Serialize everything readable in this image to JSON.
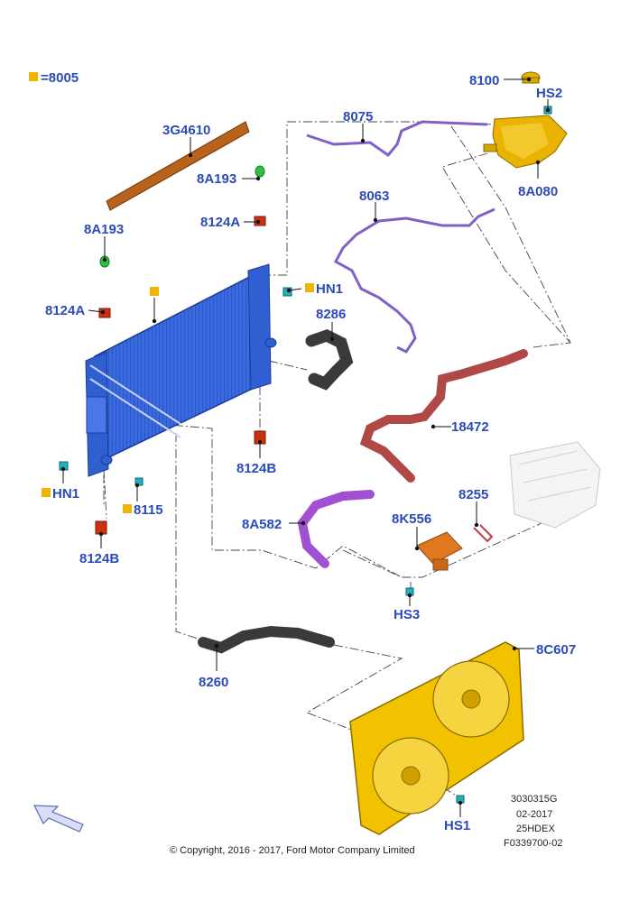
{
  "legend": {
    "marker_label": "=8005",
    "marker_color": "#f0b400"
  },
  "labels": {
    "p3G4610": "3G4610",
    "p8A193_top": "8A193",
    "p8124A_top": "8124A",
    "p8A193_left": "8A193",
    "p8124A_left": "8124A",
    "p8100": "8100",
    "pHS2": "HS2",
    "p8075": "8075",
    "p8A080": "8A080",
    "p8063": "8063",
    "pHN1_top": "HN1",
    "p8286": "8286",
    "p18472": "18472",
    "p8124B_center": "8124B",
    "pHN1_left": "HN1",
    "p8115": "8115",
    "p8124B_bottom": "8124B",
    "p8255": "8255",
    "p8K556": "8K556",
    "p8A582": "8A582",
    "pHS3": "HS3",
    "p8260": "8260",
    "p8C607": "8C607",
    "pHS1": "HS1"
  },
  "ref_block": {
    "line1": "3030315G",
    "line2": "02-2017",
    "line3": "25HDEX",
    "line4": "F0339700-02"
  },
  "copyright": "© Copyright, 2016 - 2017, Ford Motor Company Limited",
  "colors": {
    "label_text": "#2a4bb8",
    "radiator": "#2f5fd0",
    "deflector": "#b8621c",
    "fan_shroud": "#f2c200",
    "bottle": "#e8b400",
    "hose_purple": "#8060c8",
    "hose_red": "#b04848",
    "hose_black": "#3a3a3a",
    "hose_violet": "#a050d0",
    "valve_orange": "#e07820",
    "clip_red": "#d03010",
    "clip_cyan": "#20b0c0",
    "clip_green": "#30c040"
  },
  "icons": [
    "orientation-arrow-icon"
  ]
}
